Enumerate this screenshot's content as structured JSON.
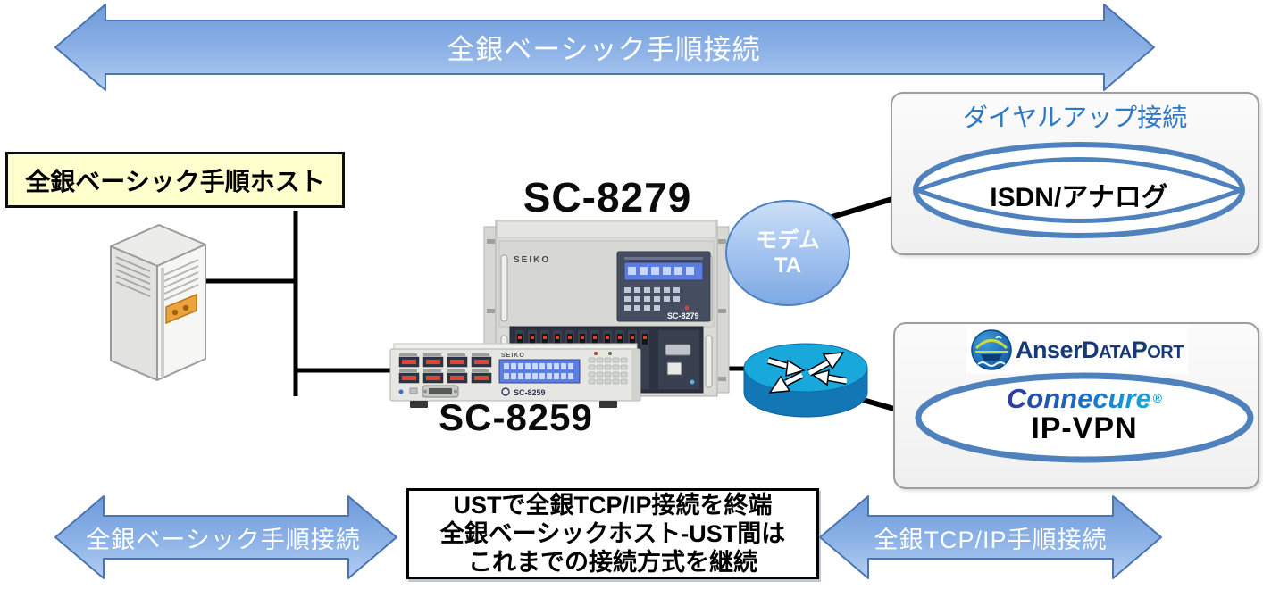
{
  "top_arrow": {
    "label": "全銀ベーシック手順接続"
  },
  "host": {
    "label": "全銀ベーシック手順ホスト"
  },
  "rack": {
    "label": "SC-8279",
    "brand": "SEIKO",
    "panel_model": "SC-8279"
  },
  "unit": {
    "label": "SC-8259",
    "brand": "SEIKO",
    "panel_model": "SC-8259"
  },
  "modem": {
    "line1": "モデム",
    "line2": "TA"
  },
  "dialup": {
    "title": "ダイヤルアップ接続",
    "network": "ISDN/アナログ"
  },
  "vpn": {
    "logo": {
      "p1": "Anser",
      "p2": "D",
      "p3": "ATA",
      "p4": "P",
      "p5": "ORT"
    },
    "service": "Connecure",
    "mark": "®",
    "network": "IP-VPN"
  },
  "bottom_left_arrow": {
    "label": "全銀ベーシック手順接続"
  },
  "note": {
    "line1": "USTで全銀TCP/IP接続を終端",
    "line2": "全銀ベーシックホスト-UST間は",
    "line3": "これまでの接続方式を継続"
  },
  "bottom_right_arrow": {
    "label": "全銀TCP/IP手順接続"
  },
  "colors": {
    "arrow_fill_top": "#6f9bd9",
    "arrow_fill_bottom": "#b3cdf1",
    "arrow_border": "#4a75b2",
    "accent_blue_title": "#2e79c5",
    "ellipse_stroke": "#4f81bd",
    "host_box_bg": "#ffffcd",
    "router_top": "#18a8dc",
    "router_side": "#1377b5",
    "logo_navy": "#163a77",
    "connecure_gradient": [
      "#2b3ba0",
      "#17a8e0"
    ],
    "line_black": "#000000"
  }
}
